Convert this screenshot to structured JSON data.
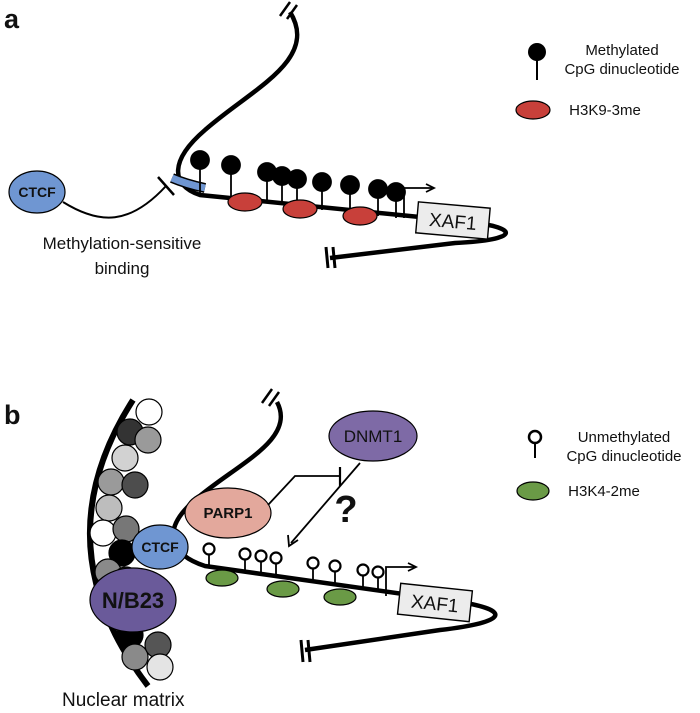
{
  "panel_a": {
    "label": "a",
    "ctcf": "CTCF",
    "caption_line1": "Methylation-sensitive",
    "caption_line2": "binding",
    "gene": "XAF1",
    "legend": {
      "methylated_line1": "Methylated",
      "methylated_line2": "CpG dinucleotide",
      "histone": "H3K9-3me"
    }
  },
  "panel_b": {
    "label": "b",
    "ctcf": "CTCF",
    "nb23": "N/B23",
    "parp1": "PARP1",
    "dnmt1": "DNMT1",
    "question": "?",
    "gene": "XAF1",
    "nuclear_matrix": "Nuclear matrix",
    "legend": {
      "unmethylated_line1": "Unmethylated",
      "unmethylated_line2": "CpG dinucleotide",
      "histone": "H3K4-2me"
    }
  },
  "colors": {
    "ctcf": "#6f96d2",
    "h3k9": "#c8403a",
    "h3k4": "#6a9a46",
    "nb23": "#6a5a9a",
    "dnmt1": "#7e6aa6",
    "parp1": "#e3a89c",
    "gene_box": "#ececec"
  }
}
